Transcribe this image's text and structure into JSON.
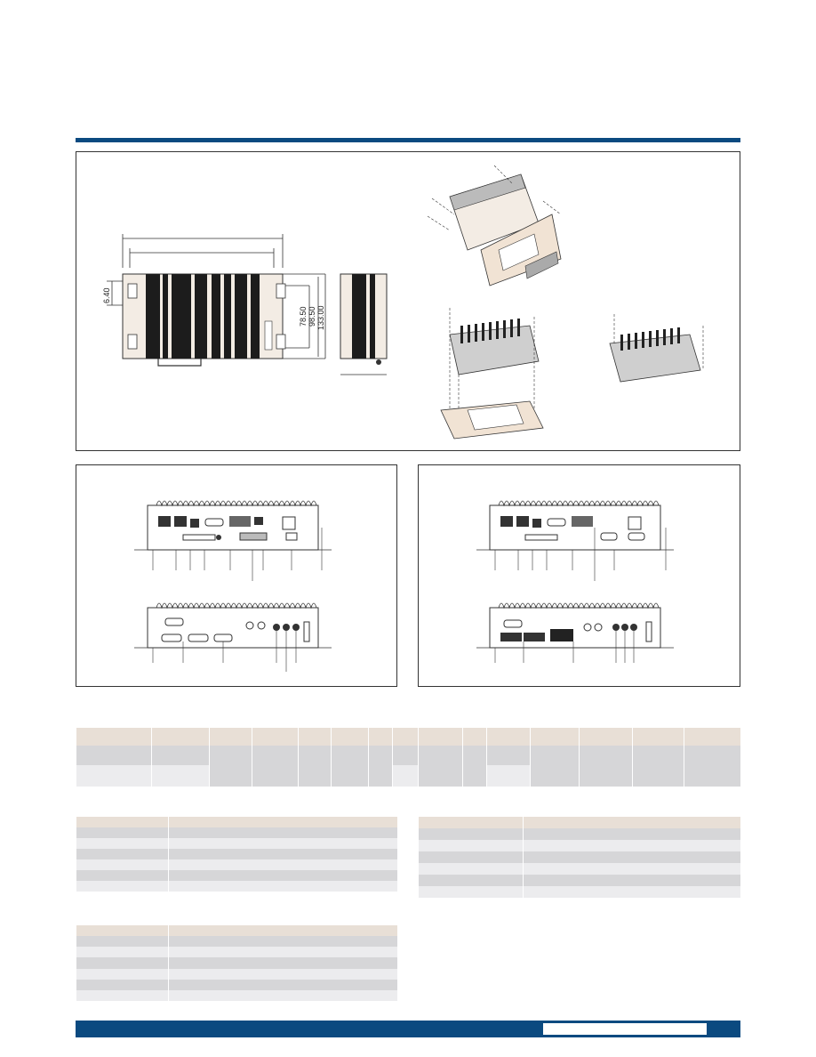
{
  "dimensions": {
    "left_offset": "6.40",
    "heights": [
      "78.50",
      "98.50",
      "133.00"
    ]
  },
  "colors": {
    "brand_blue": "#0b4a80",
    "header_beige": "#e8dfd6",
    "row_gray_dark": "#d6d6d8",
    "row_gray_light": "#ececee"
  }
}
